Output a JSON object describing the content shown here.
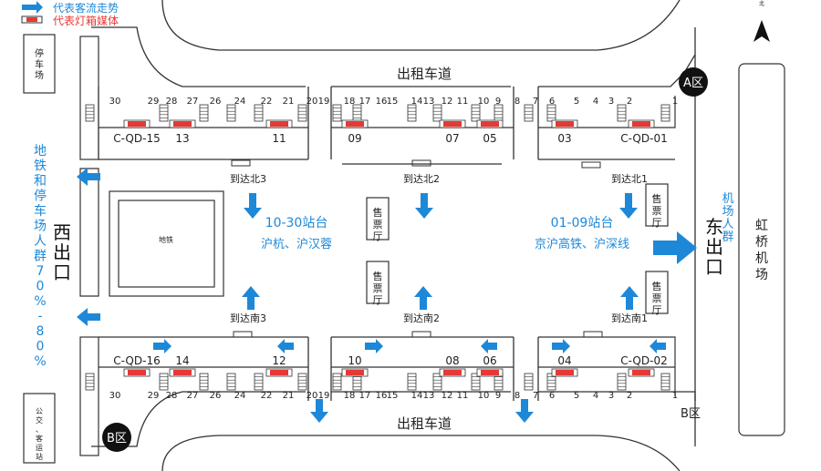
{
  "legend": {
    "arrow_label": "代表客流走势",
    "lightbox_label": "代表灯箱媒体"
  },
  "compass": {
    "label": "北"
  },
  "roads": {
    "top": "出租车道",
    "bottom": "出租车道"
  },
  "zones": {
    "a_label": "A区",
    "b_label": "B区",
    "b_label_right": "B区"
  },
  "parking": "停车场",
  "bus_station": "公交、客运站",
  "west_exit": "西出口",
  "east_exit": "东出口",
  "hongqiao": "虹桥机场",
  "airport_crowd": "机场人群",
  "metro_crowd": "地铁和停车场人群70%-80%",
  "metro_label": "地铁",
  "arrivals": {
    "north3": "到达北3",
    "north2": "到达北2",
    "north1": "到达北1",
    "south3": "到达南3",
    "south2": "到达南2",
    "south1": "到达南1"
  },
  "ticket_office": "售票厅",
  "platforms": {
    "west_title": "10-30站台",
    "west_lines": "沪杭、沪汉蓉",
    "east_title": "01-09站台",
    "east_lines": "京沪高铁、沪深线"
  },
  "media_top": [
    "C-QD-15",
    "13",
    "11",
    "09",
    "07",
    "05",
    "03",
    "C-QD-01"
  ],
  "media_bottom": [
    "C-QD-16",
    "14",
    "12",
    "10",
    "08",
    "06",
    "04",
    "C-QD-02"
  ],
  "platform_numbers": [
    "30",
    "29",
    "28",
    "27",
    "26",
    "24",
    "22",
    "21",
    "20",
    "19",
    "18",
    "17",
    "16",
    "15",
    "14",
    "13",
    "12",
    "11",
    "10",
    "9",
    "8",
    "7",
    "6",
    "5",
    "4",
    "3",
    "2",
    "1"
  ],
  "colors": {
    "blue": "#1e88d8",
    "red": "#e53935",
    "line": "#333333"
  }
}
